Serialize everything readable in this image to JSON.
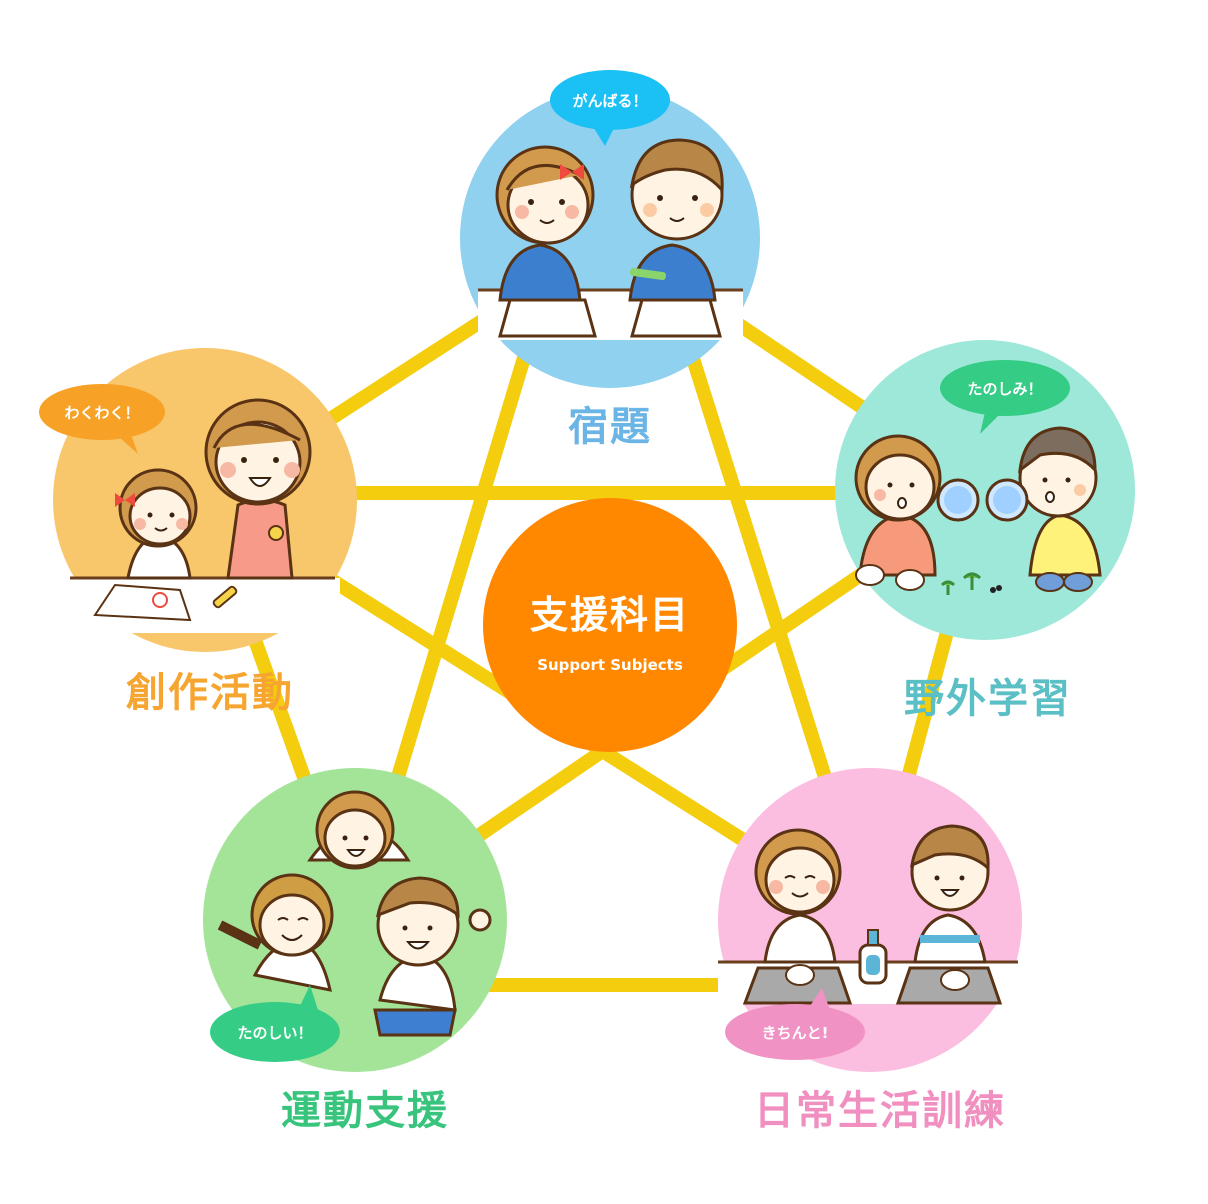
{
  "colors": {
    "line": "#f3cd0e",
    "center": "#ff8800",
    "homework_bg": "#8fd1ee",
    "creative_bg": "#f8c76b",
    "outdoor_bg": "#9de8d9",
    "exercise_bg": "#a4e499",
    "daily_bg": "#fbbde0"
  },
  "center": {
    "title": "支援科目",
    "subtitle": "Support Subjects"
  },
  "nodes": [
    {
      "id": "homework",
      "label": "宿題",
      "bubble": "がんばる！",
      "label_color": "#6ab4e6",
      "bubble_color": "#1bc0f5"
    },
    {
      "id": "creative",
      "label": "創作活動",
      "bubble": "わくわく！",
      "label_color": "#f7a531",
      "bubble_color": "#f7a126"
    },
    {
      "id": "outdoor",
      "label": "野外学習",
      "bubble": "たのしみ！",
      "label_color": "#5bbfc6",
      "bubble_color": "#35cc86"
    },
    {
      "id": "exercise",
      "label": "運動支援",
      "bubble": "たのしい！",
      "label_color": "#38c47c",
      "bubble_color": "#35cc86"
    },
    {
      "id": "daily",
      "label": "日常生活訓練",
      "bubble": "きちんと!",
      "label_color": "#f08fc0",
      "bubble_color": "#f093c4"
    }
  ]
}
